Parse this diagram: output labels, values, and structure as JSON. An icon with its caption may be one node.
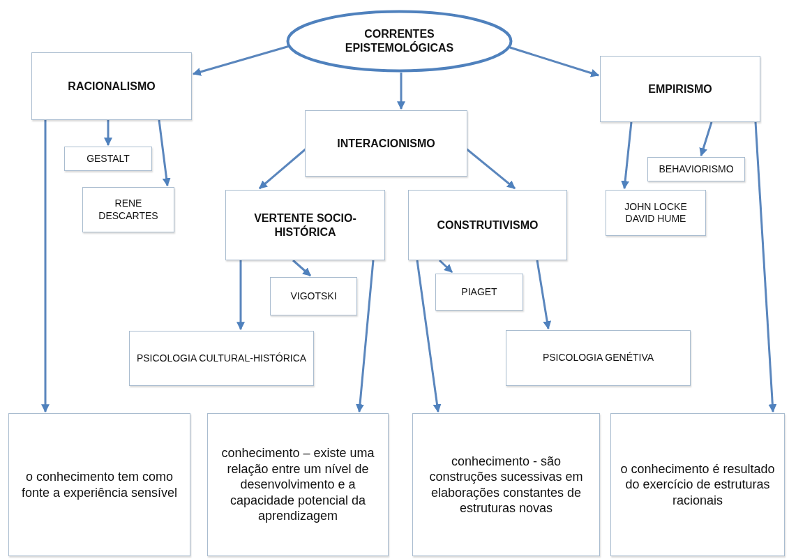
{
  "diagram": {
    "nodes": [
      {
        "text": [
          "CORRENTES EPISTEMOLÓGICAS"
        ]
      },
      {
        "text": [
          "RACIONALISMO"
        ]
      },
      {
        "text": [
          "INTERACIONISMO"
        ]
      },
      {
        "text": [
          "EMPIRISMO"
        ]
      },
      {
        "text": [
          "GESTALT"
        ]
      },
      {
        "text": [
          "RENE DESCARTES"
        ]
      },
      {
        "text": [
          "BEHAVIORISMO"
        ]
      },
      {
        "text": [
          "JOHN LOCKE DAVID HUME"
        ]
      },
      {
        "text": [
          "VERTENTE SOCIO-HISTÓRICA"
        ]
      },
      {
        "text": [
          "CONSTRUTIVISMO"
        ]
      },
      {
        "text": [
          "VIGOTSKI"
        ]
      },
      {
        "text": [
          "PIAGET"
        ]
      },
      {
        "text": [
          "PSICOLOGIA CULTURAL-HISTÓRICA"
        ]
      },
      {
        "text": [
          "PSICOLOGIA GENÉTIVA"
        ]
      },
      {
        "text": [
          "o conhecimento tem como fonte a experiência sensível"
        ]
      },
      {
        "text": [
          "conhecimento – existe uma relação entre um nível de desenvolvimento e a capacidade potencial da aprendizagem"
        ]
      },
      {
        "text": [
          "conhecimento - são construções sucessivas em elaborações constantes de estruturas novas"
        ]
      },
      {
        "text": [
          "o conhecimento é resultado do exercício de estruturas racionais"
        ]
      }
    ],
    "edges": [
      {
        "from": 0,
        "to": 1,
        "arrow": "to"
      },
      {
        "from": 0,
        "to": 2,
        "arrow": "to"
      },
      {
        "from": 0,
        "to": 3,
        "arrow": "to"
      },
      {
        "from": 1,
        "to": 4,
        "arrow": "to"
      },
      {
        "from": 1,
        "to": 5,
        "arrow": "to"
      },
      {
        "from": 1,
        "to": 14,
        "arrow": "to"
      },
      {
        "from": 2,
        "to": 8,
        "arrow": "to"
      },
      {
        "from": 2,
        "to": 9,
        "arrow": "to"
      },
      {
        "from": 3,
        "to": 6,
        "arrow": "to"
      },
      {
        "from": 3,
        "to": 7,
        "arrow": "to"
      },
      {
        "from": 3,
        "to": 17,
        "arrow": "to"
      },
      {
        "from": 8,
        "to": 10,
        "arrow": "to"
      },
      {
        "from": 8,
        "to": 12,
        "arrow": "to"
      },
      {
        "from": 8,
        "to": 15,
        "arrow": "to"
      },
      {
        "from": 9,
        "to": 11,
        "arrow": "to"
      },
      {
        "from": 9,
        "to": 13,
        "arrow": "to"
      },
      {
        "from": 9,
        "to": 16,
        "arrow": "to"
      }
    ]
  }
}
